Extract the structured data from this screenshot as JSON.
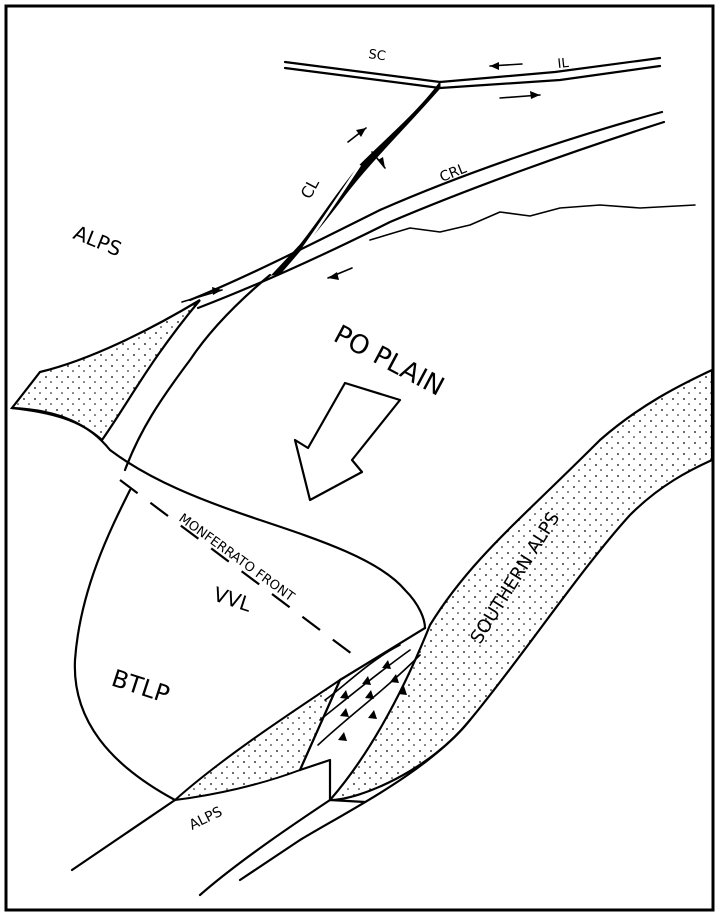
{
  "labels": {
    "sc": "SC",
    "il": "IL",
    "cl": "CL",
    "crl": "CRL",
    "alps_north": "ALPS",
    "po_plain": "PO PLAIN",
    "monferrato_front": "MONFERRATO FRONT",
    "vvl": "VVL",
    "btlp": "BTLP",
    "southern_alps": "SOUTHERN ALPS",
    "alps_south": "ALPS"
  },
  "colors": {
    "line": "#000000",
    "background": "#ffffff"
  }
}
